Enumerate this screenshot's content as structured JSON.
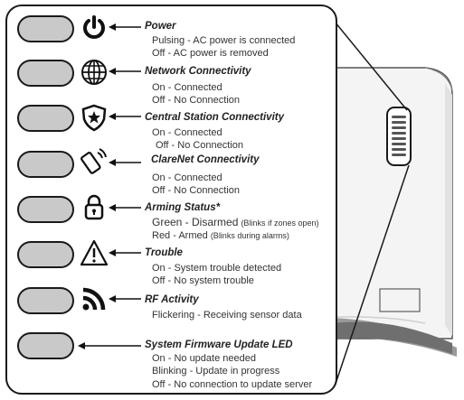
{
  "items": [
    {
      "title": "Power",
      "lines": [
        "Pulsing - AC power is connected",
        "Off - AC power is removed"
      ],
      "icon": "power-icon"
    },
    {
      "title": "Network Connectivity",
      "lines": [
        "On - Connected",
        "Off - No Connection"
      ],
      "icon": "globe-icon"
    },
    {
      "title": "Central Station Connectivity",
      "lines": [
        "On - Connected",
        "Off - No Connection"
      ],
      "icon": "shield-star-icon"
    },
    {
      "title": "ClareNet Connectivity",
      "lines": [
        "On - Connected",
        "Off - No Connection"
      ],
      "icon": "phone-signal-icon"
    },
    {
      "title": "Arming Status*",
      "lines": [],
      "icon": "padlock-icon",
      "green": {
        "state": "Green - Disarmed",
        "note": "(Blinks if zones open)"
      },
      "red": {
        "state": "Red - Armed",
        "note": "(Blinks during alarms)"
      }
    },
    {
      "title": "Trouble",
      "lines": [
        "On - System trouble detected",
        "Off - No system trouble"
      ],
      "icon": "warning-triangle-icon"
    },
    {
      "title": "RF Activity",
      "lines": [
        "Flickering - Receiving sensor data"
      ],
      "icon": "rf-signal-icon"
    },
    {
      "title": "System Firmware Update LED",
      "lines": [
        "On - No update needed",
        "Blinking - Update in progress",
        "Off - No connection to update server"
      ],
      "icon": ""
    }
  ],
  "colors": {
    "led_fill": "#c9c9c9",
    "outline": "#1a1a1a",
    "device_gray": "#dcdcdc"
  }
}
